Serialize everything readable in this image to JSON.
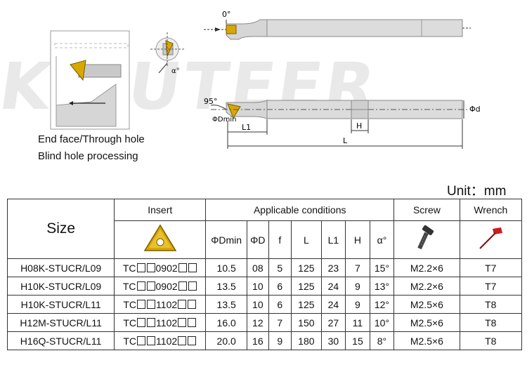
{
  "watermark": "K CUTEER",
  "diagram": {
    "angle_top": "0°",
    "angle_side": "95°",
    "angle_detail": "α°",
    "dim_phiDmin": "ΦDmin",
    "dim_phid": "Φd",
    "dim_L1": "L1",
    "dim_L": "L",
    "dim_H": "H"
  },
  "captions": {
    "line1": "End face/Through hole",
    "line2": "Blind hole processing"
  },
  "unit_label": "Unit：mm",
  "table": {
    "headers": {
      "size": "Size",
      "insert": "Insert",
      "conditions": "Applicable conditions",
      "screw": "Screw",
      "wrench": "Wrench"
    },
    "sub_headers": [
      "ΦDmin",
      "ΦD",
      "f",
      "L",
      "L1",
      "H",
      "α°"
    ],
    "insert_prefix": "TC",
    "rows": [
      {
        "size": "H08K-STUCR/L09",
        "insert_code": "0902",
        "dmin": "10.5",
        "d": "08",
        "f": "5",
        "l": "125",
        "l1": "23",
        "h": "7",
        "alpha": "15°",
        "screw": "M2.2×6",
        "wrench": "T7"
      },
      {
        "size": "H10K-STUCR/L09",
        "insert_code": "0902",
        "dmin": "13.5",
        "d": "10",
        "f": "6",
        "l": "125",
        "l1": "24",
        "h": "9",
        "alpha": "13°",
        "screw": "M2.2×6",
        "wrench": "T7"
      },
      {
        "size": "H10K-STUCR/L11",
        "insert_code": "1102",
        "dmin": "13.5",
        "d": "10",
        "f": "6",
        "l": "125",
        "l1": "24",
        "h": "9",
        "alpha": "12°",
        "screw": "M2.5×6",
        "wrench": "T8"
      },
      {
        "size": "H12M-STUCR/L11",
        "insert_code": "1102",
        "dmin": "16.0",
        "d": "12",
        "f": "7",
        "l": "150",
        "l1": "27",
        "h": "11",
        "alpha": "10°",
        "screw": "M2.5×6",
        "wrench": "T8"
      },
      {
        "size": "H16Q-STUCR/L11",
        "insert_code": "1102",
        "dmin": "20.0",
        "d": "16",
        "f": "9",
        "l": "180",
        "l1": "30",
        "h": "15",
        "alpha": "8°",
        "screw": "M2.5×6",
        "wrench": "T8"
      }
    ]
  },
  "colors": {
    "insert_gold": "#d8a800",
    "wrench_red": "#c81e1e",
    "screw_dark": "#333333",
    "bar_gray": "#dcdcdc"
  }
}
